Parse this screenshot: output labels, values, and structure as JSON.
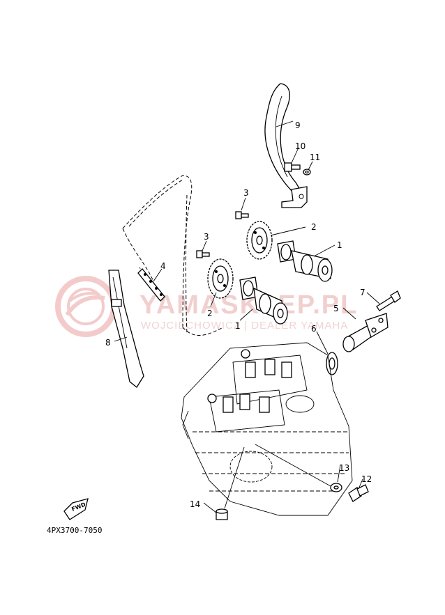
{
  "watermark": {
    "brand": "YAMASKLEP.PL",
    "subtitle": "WOJCIECHOWICZ | DEALER YAMAHA",
    "logo_icon": "yamaha-tuning-fork-logo-icon",
    "color": "#f2c6c6"
  },
  "diagram": {
    "code": "4PX3700-7050",
    "fwd_label": "FWD",
    "callouts": {
      "p1a": "1",
      "p1b": "1",
      "p2a": "2",
      "p2b": "2",
      "p3a": "3",
      "p3b": "3",
      "p4": "4",
      "p5": "5",
      "p6": "6",
      "p7": "7",
      "p8": "8",
      "p9": "9",
      "p10": "10",
      "p11": "11",
      "p12": "12",
      "p13": "13",
      "p14": "14"
    }
  }
}
